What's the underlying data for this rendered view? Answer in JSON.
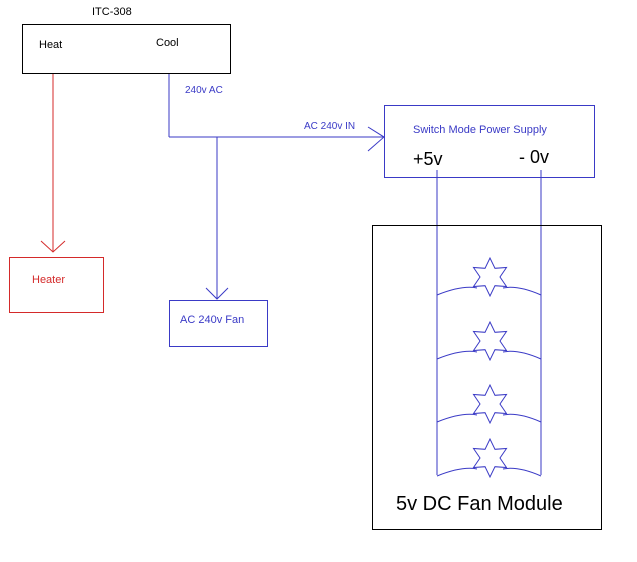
{
  "controller": {
    "title": "ITC-308",
    "heat_label": "Heat",
    "cool_label": "Cool"
  },
  "heater": {
    "label": "Heater"
  },
  "ac_fan": {
    "label": "AC 240v Fan"
  },
  "psu": {
    "label": "Switch Mode Power Supply",
    "plus_label": "+5v",
    "minus_label": "- 0v"
  },
  "fan_module": {
    "label": "5v DC Fan Module",
    "fan_count": 4
  },
  "wire_labels": {
    "cool_out": "240v AC",
    "psu_in": "AC 240v IN"
  },
  "colors": {
    "ac": "#3a3ac6",
    "heat": "#d42a2a",
    "outline": "#000000",
    "text": "#000000"
  }
}
